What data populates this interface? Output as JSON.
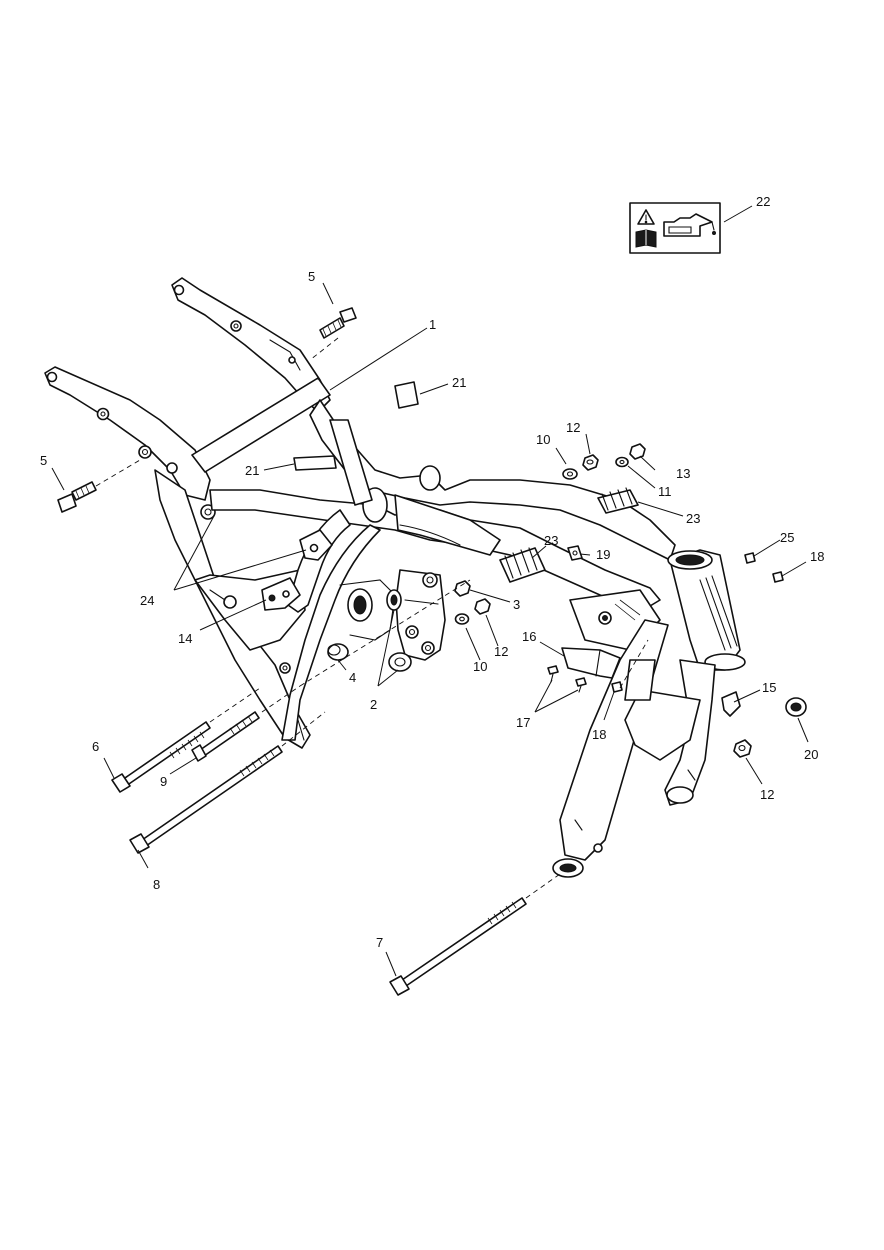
{
  "diagram": {
    "callouts": [
      {
        "id": "c1",
        "label": "1"
      },
      {
        "id": "c2",
        "label": "2"
      },
      {
        "id": "c3",
        "label": "3"
      },
      {
        "id": "c4",
        "label": "4"
      },
      {
        "id": "c5a",
        "label": "5"
      },
      {
        "id": "c5b",
        "label": "5"
      },
      {
        "id": "c6",
        "label": "6"
      },
      {
        "id": "c7",
        "label": "7"
      },
      {
        "id": "c8",
        "label": "8"
      },
      {
        "id": "c9",
        "label": "9"
      },
      {
        "id": "c10a",
        "label": "10"
      },
      {
        "id": "c10b",
        "label": "10"
      },
      {
        "id": "c11",
        "label": "11"
      },
      {
        "id": "c12a",
        "label": "12"
      },
      {
        "id": "c12b",
        "label": "12"
      },
      {
        "id": "c12c",
        "label": "12"
      },
      {
        "id": "c13",
        "label": "13"
      },
      {
        "id": "c14",
        "label": "14"
      },
      {
        "id": "c15",
        "label": "15"
      },
      {
        "id": "c16",
        "label": "16"
      },
      {
        "id": "c17",
        "label": "17"
      },
      {
        "id": "c18a",
        "label": "18"
      },
      {
        "id": "c18b",
        "label": "18"
      },
      {
        "id": "c19",
        "label": "19"
      },
      {
        "id": "c20",
        "label": "20"
      },
      {
        "id": "c21a",
        "label": "21"
      },
      {
        "id": "c21b",
        "label": "21"
      },
      {
        "id": "c22",
        "label": "22"
      },
      {
        "id": "c23a",
        "label": "23"
      },
      {
        "id": "c23b",
        "label": "23"
      },
      {
        "id": "c24",
        "label": "24"
      },
      {
        "id": "c25",
        "label": "25"
      }
    ],
    "warning_label_icons": [
      "warning-triangle-icon",
      "manual-book-icon",
      "oil-can-icon"
    ]
  }
}
